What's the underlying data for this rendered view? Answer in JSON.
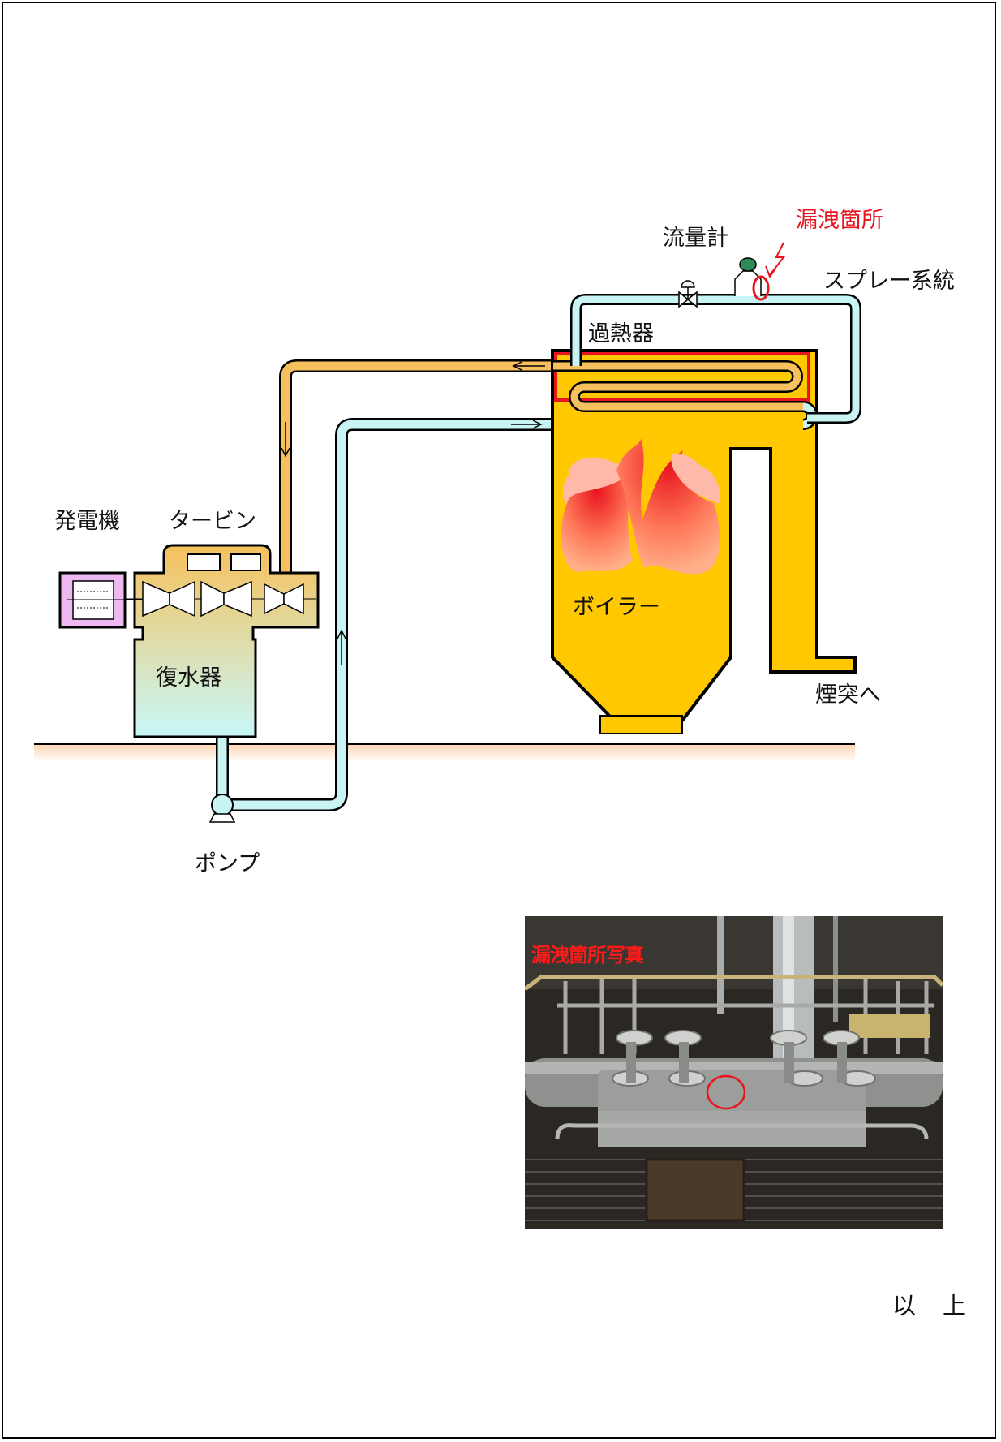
{
  "diagram": {
    "labels": {
      "flowmeter": "流量計",
      "leak_point": "漏洩箇所",
      "spray_system": "スプレー系統",
      "superheater": "過熱器",
      "generator": "発電機",
      "turbine": "タービン",
      "boiler": "ボイラー",
      "condenser": "復水器",
      "to_chimney": "煙突へ",
      "pump": "ポンプ"
    },
    "colors": {
      "steam_pipe": "#f6c15c",
      "water_pipe": "#c8f4f4",
      "boiler_body": "#ffc800",
      "leak_mark": "#e8141e",
      "generator": "#f0b8f0",
      "valve_head": "#2e8b57"
    }
  },
  "photo": {
    "caption": "漏洩箇所写真"
  },
  "footer": {
    "end_mark": "以　上"
  }
}
